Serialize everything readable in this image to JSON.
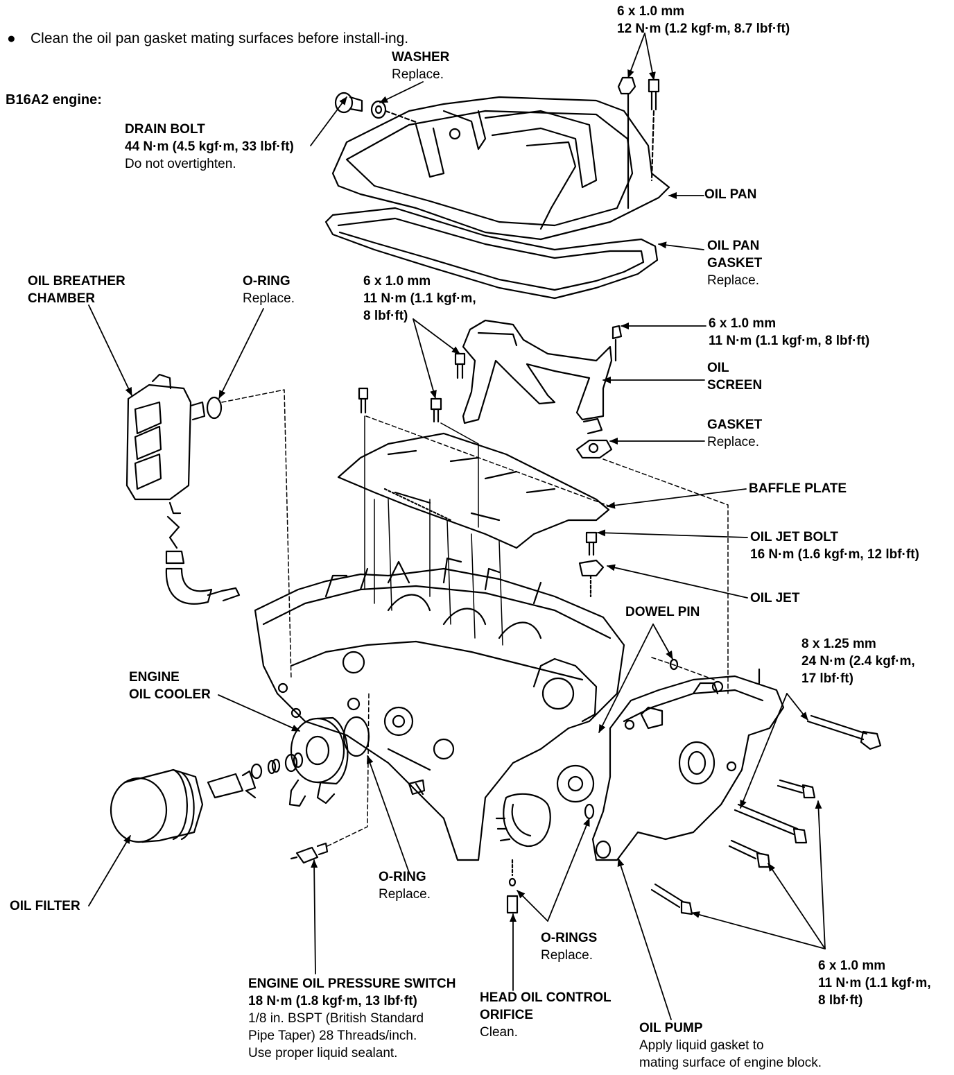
{
  "intro": {
    "bullet": "●",
    "text": "Clean the oil pan gasket mating surfaces before install-ing."
  },
  "subtitle": "B16A2 engine:",
  "labels": {
    "top_bolts": {
      "spec": "6 x 1.0 mm",
      "torque": "12 N·m (1.2 kgf·m, 8.7 lbf·ft)"
    },
    "washer": {
      "name": "WASHER",
      "note": "Replace."
    },
    "drain_bolt": {
      "name": "DRAIN BOLT",
      "torque": "44 N·m (4.5 kgf·m, 33 lbf·ft)",
      "note": "Do not overtighten."
    },
    "oil_pan": {
      "name": "OIL PAN"
    },
    "oil_pan_gasket": {
      "name1": "OIL PAN",
      "name2": "GASKET",
      "note": "Replace."
    },
    "oil_breather": {
      "name1": "OIL BREATHER",
      "name2": "CHAMBER"
    },
    "oring_top": {
      "name": "O-RING",
      "note": "Replace."
    },
    "mid_bolts": {
      "spec": "6 x 1.0 mm",
      "torque1": "11 N·m (1.1 kgf·m,",
      "torque2": "8 lbf·ft)"
    },
    "screen_bolt": {
      "spec": "6 x 1.0 mm",
      "torque": "11 N·m (1.1 kgf·m, 8 lbf·ft)"
    },
    "oil_screen": {
      "name1": "OIL",
      "name2": "SCREEN"
    },
    "gasket": {
      "name": "GASKET",
      "note": "Replace."
    },
    "baffle_plate": {
      "name": "BAFFLE PLATE"
    },
    "oil_jet_bolt": {
      "name": "OIL JET BOLT",
      "torque": "16 N·m (1.6 kgf·m, 12 lbf·ft)"
    },
    "oil_jet": {
      "name": "OIL JET"
    },
    "dowel_pin": {
      "name": "DOWEL PIN"
    },
    "pump_bolts": {
      "spec": "8 x 1.25 mm",
      "torque1": "24 N·m (2.4 kgf·m,",
      "torque2": "17 lbf·ft)"
    },
    "oil_cooler": {
      "name1": "ENGINE",
      "name2": "OIL COOLER"
    },
    "oil_filter": {
      "name": "OIL FILTER"
    },
    "oring_bottom": {
      "name": "O-RING",
      "note": "Replace."
    },
    "orings": {
      "name": "O-RINGS",
      "note": "Replace."
    },
    "lower_bolts": {
      "spec": "6 x 1.0 mm",
      "torque1": "11 N·m (1.1 kgf·m,",
      "torque2": "8 lbf·ft)"
    },
    "pressure_switch": {
      "name": "ENGINE OIL PRESSURE SWITCH",
      "torque": "18 N·m (1.8 kgf·m, 13 lbf·ft)",
      "note1": "1/8 in. BSPT (British Standard",
      "note2": "Pipe Taper) 28 Threads/inch.",
      "note3": "Use proper liquid sealant."
    },
    "head_orifice": {
      "name1": "HEAD OIL CONTROL",
      "name2": "ORIFICE",
      "note": "Clean."
    },
    "oil_pump": {
      "name": "OIL PUMP",
      "note1": "Apply liquid gasket to",
      "note2": "mating surface of engine block."
    }
  }
}
